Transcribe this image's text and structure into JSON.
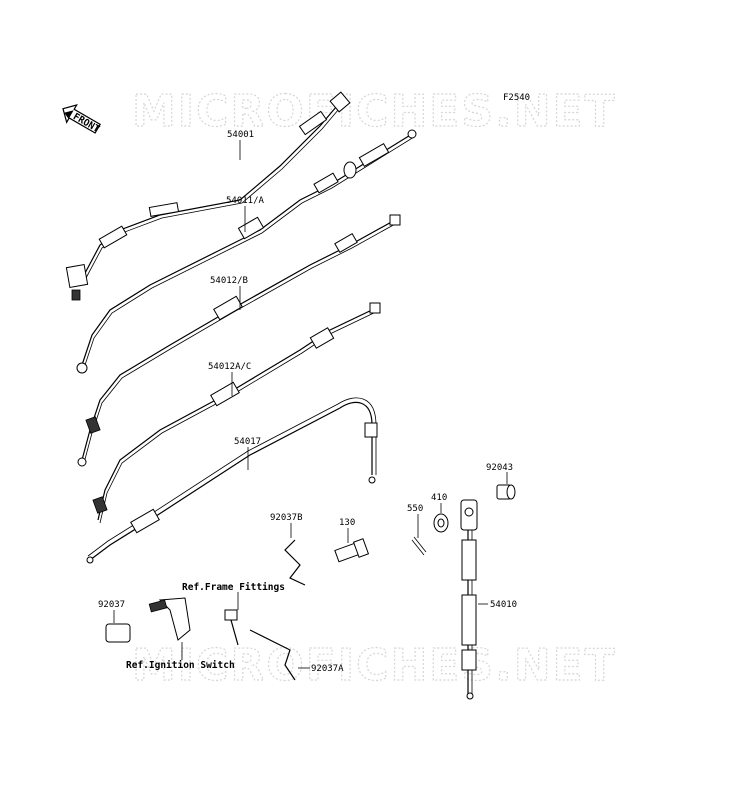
{
  "figure_code": "F2540",
  "watermark": "MICROFICHES.NET",
  "front_badge": "FRONT",
  "parts": [
    {
      "id": "p54001",
      "label": "54001"
    },
    {
      "id": "p54011a",
      "label": "54011/A"
    },
    {
      "id": "p54012b",
      "label": "54012/B"
    },
    {
      "id": "p54012ac",
      "label": "54012A/C"
    },
    {
      "id": "p54017",
      "label": "54017"
    },
    {
      "id": "p92043",
      "label": "92043"
    },
    {
      "id": "p410",
      "label": "410"
    },
    {
      "id": "p550",
      "label": "550"
    },
    {
      "id": "p130",
      "label": "130"
    },
    {
      "id": "p92037b",
      "label": "92037B"
    },
    {
      "id": "p92037",
      "label": "92037"
    },
    {
      "id": "p54010",
      "label": "54010"
    },
    {
      "id": "p92037a",
      "label": "92037A"
    }
  ],
  "references": {
    "frame_fittings": "Ref.Frame Fittings",
    "ignition_switch": "Ref.Ignition Switch"
  }
}
